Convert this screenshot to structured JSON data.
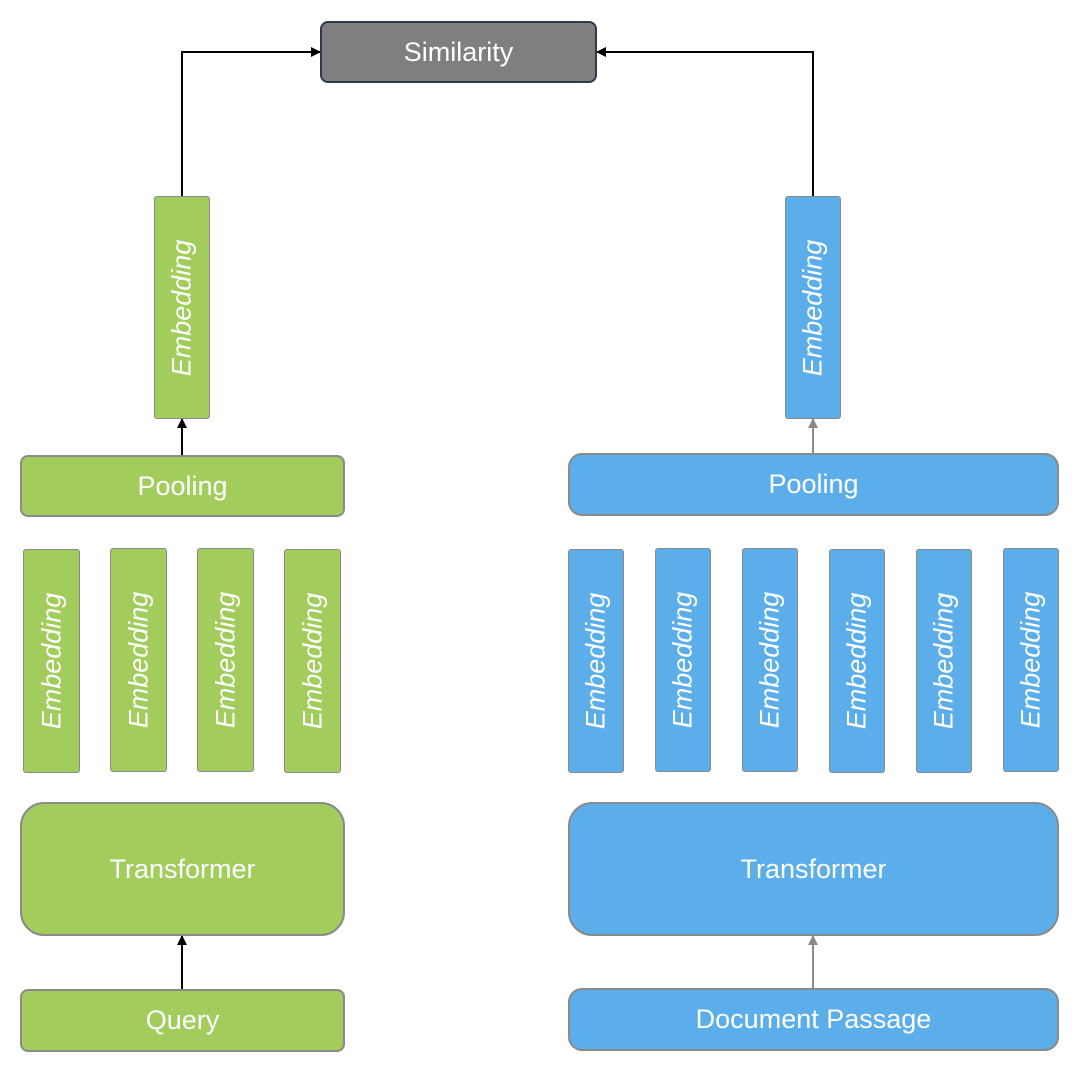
{
  "similarity": "Similarity",
  "left": {
    "query": "Query",
    "transformer": "Transformer",
    "token_embeddings": [
      "Embedding",
      "Embedding",
      "Embedding",
      "Embedding"
    ],
    "pooling": "Pooling",
    "embedding": "Embedding"
  },
  "right": {
    "document": "Document Passage",
    "transformer": "Transformer",
    "token_embeddings": [
      "Embedding",
      "Embedding",
      "Embedding",
      "Embedding",
      "Embedding",
      "Embedding"
    ],
    "pooling": "Pooling",
    "embedding": "Embedding"
  },
  "colors": {
    "left_accent": "#a2cc5c",
    "right_accent": "#5caeea",
    "similarity": "#7f7f7f"
  }
}
